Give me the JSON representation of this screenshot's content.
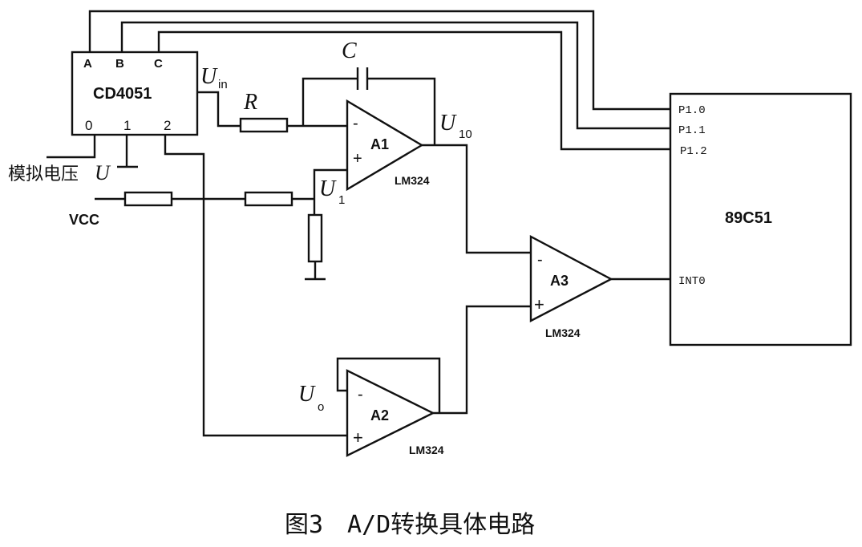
{
  "mux": {
    "name": "CD4051",
    "pins_top": [
      "A",
      "B",
      "C"
    ],
    "pins_bottom": [
      "0",
      "1",
      "2"
    ]
  },
  "mcu": {
    "name": "89C51",
    "pins": [
      "P1.0",
      "P1.1",
      "P1.2"
    ],
    "int_pin": "INT0"
  },
  "amps": [
    {
      "name": "A1",
      "part": "LM324",
      "minus": "-",
      "plus": "+"
    },
    {
      "name": "A2",
      "part": "LM324",
      "minus": "-",
      "plus": "+"
    },
    {
      "name": "A3",
      "part": "LM324",
      "minus": "-",
      "plus": "+"
    }
  ],
  "signals": {
    "uin_main": "U",
    "uin_sub": "in",
    "r": "R",
    "c": "C",
    "u10_main": "U",
    "u10_sub": "10",
    "u1_main": "U",
    "u1_sub": "1",
    "uo_main": "U",
    "uo_sub": "o",
    "analog_label": "模拟电压",
    "analog_u": "U",
    "vcc": "VCC"
  },
  "caption": "图3　A/D转换具体电路"
}
